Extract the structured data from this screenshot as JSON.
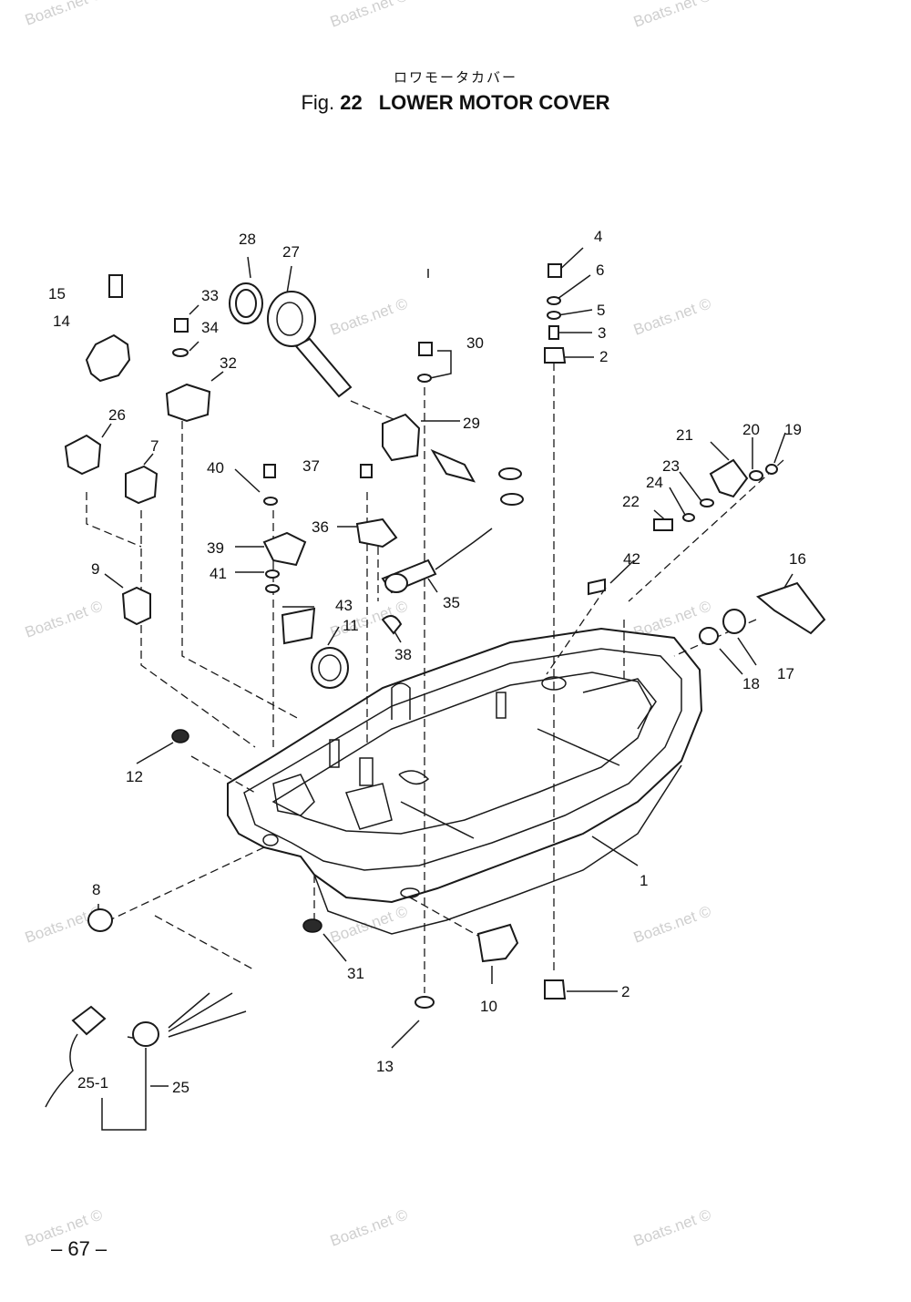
{
  "header": {
    "title_jp": "ロワモータカバー",
    "fig_prefix": "Fig.",
    "fig_number": "22",
    "title": "LOWER MOTOR COVER"
  },
  "page_number": "– 67 –",
  "watermark": "Boats.net ©",
  "callouts": [
    "1",
    "2",
    "2",
    "3",
    "4",
    "5",
    "6",
    "7",
    "8",
    "9",
    "10",
    "11",
    "12",
    "13",
    "14",
    "15",
    "16",
    "17",
    "18",
    "19",
    "20",
    "21",
    "22",
    "23",
    "24",
    "25",
    "25-1",
    "26",
    "27",
    "28",
    "29",
    "30",
    "31",
    "32",
    "33",
    "34",
    "35",
    "36",
    "37",
    "38",
    "39",
    "40",
    "41",
    "42",
    "43"
  ]
}
